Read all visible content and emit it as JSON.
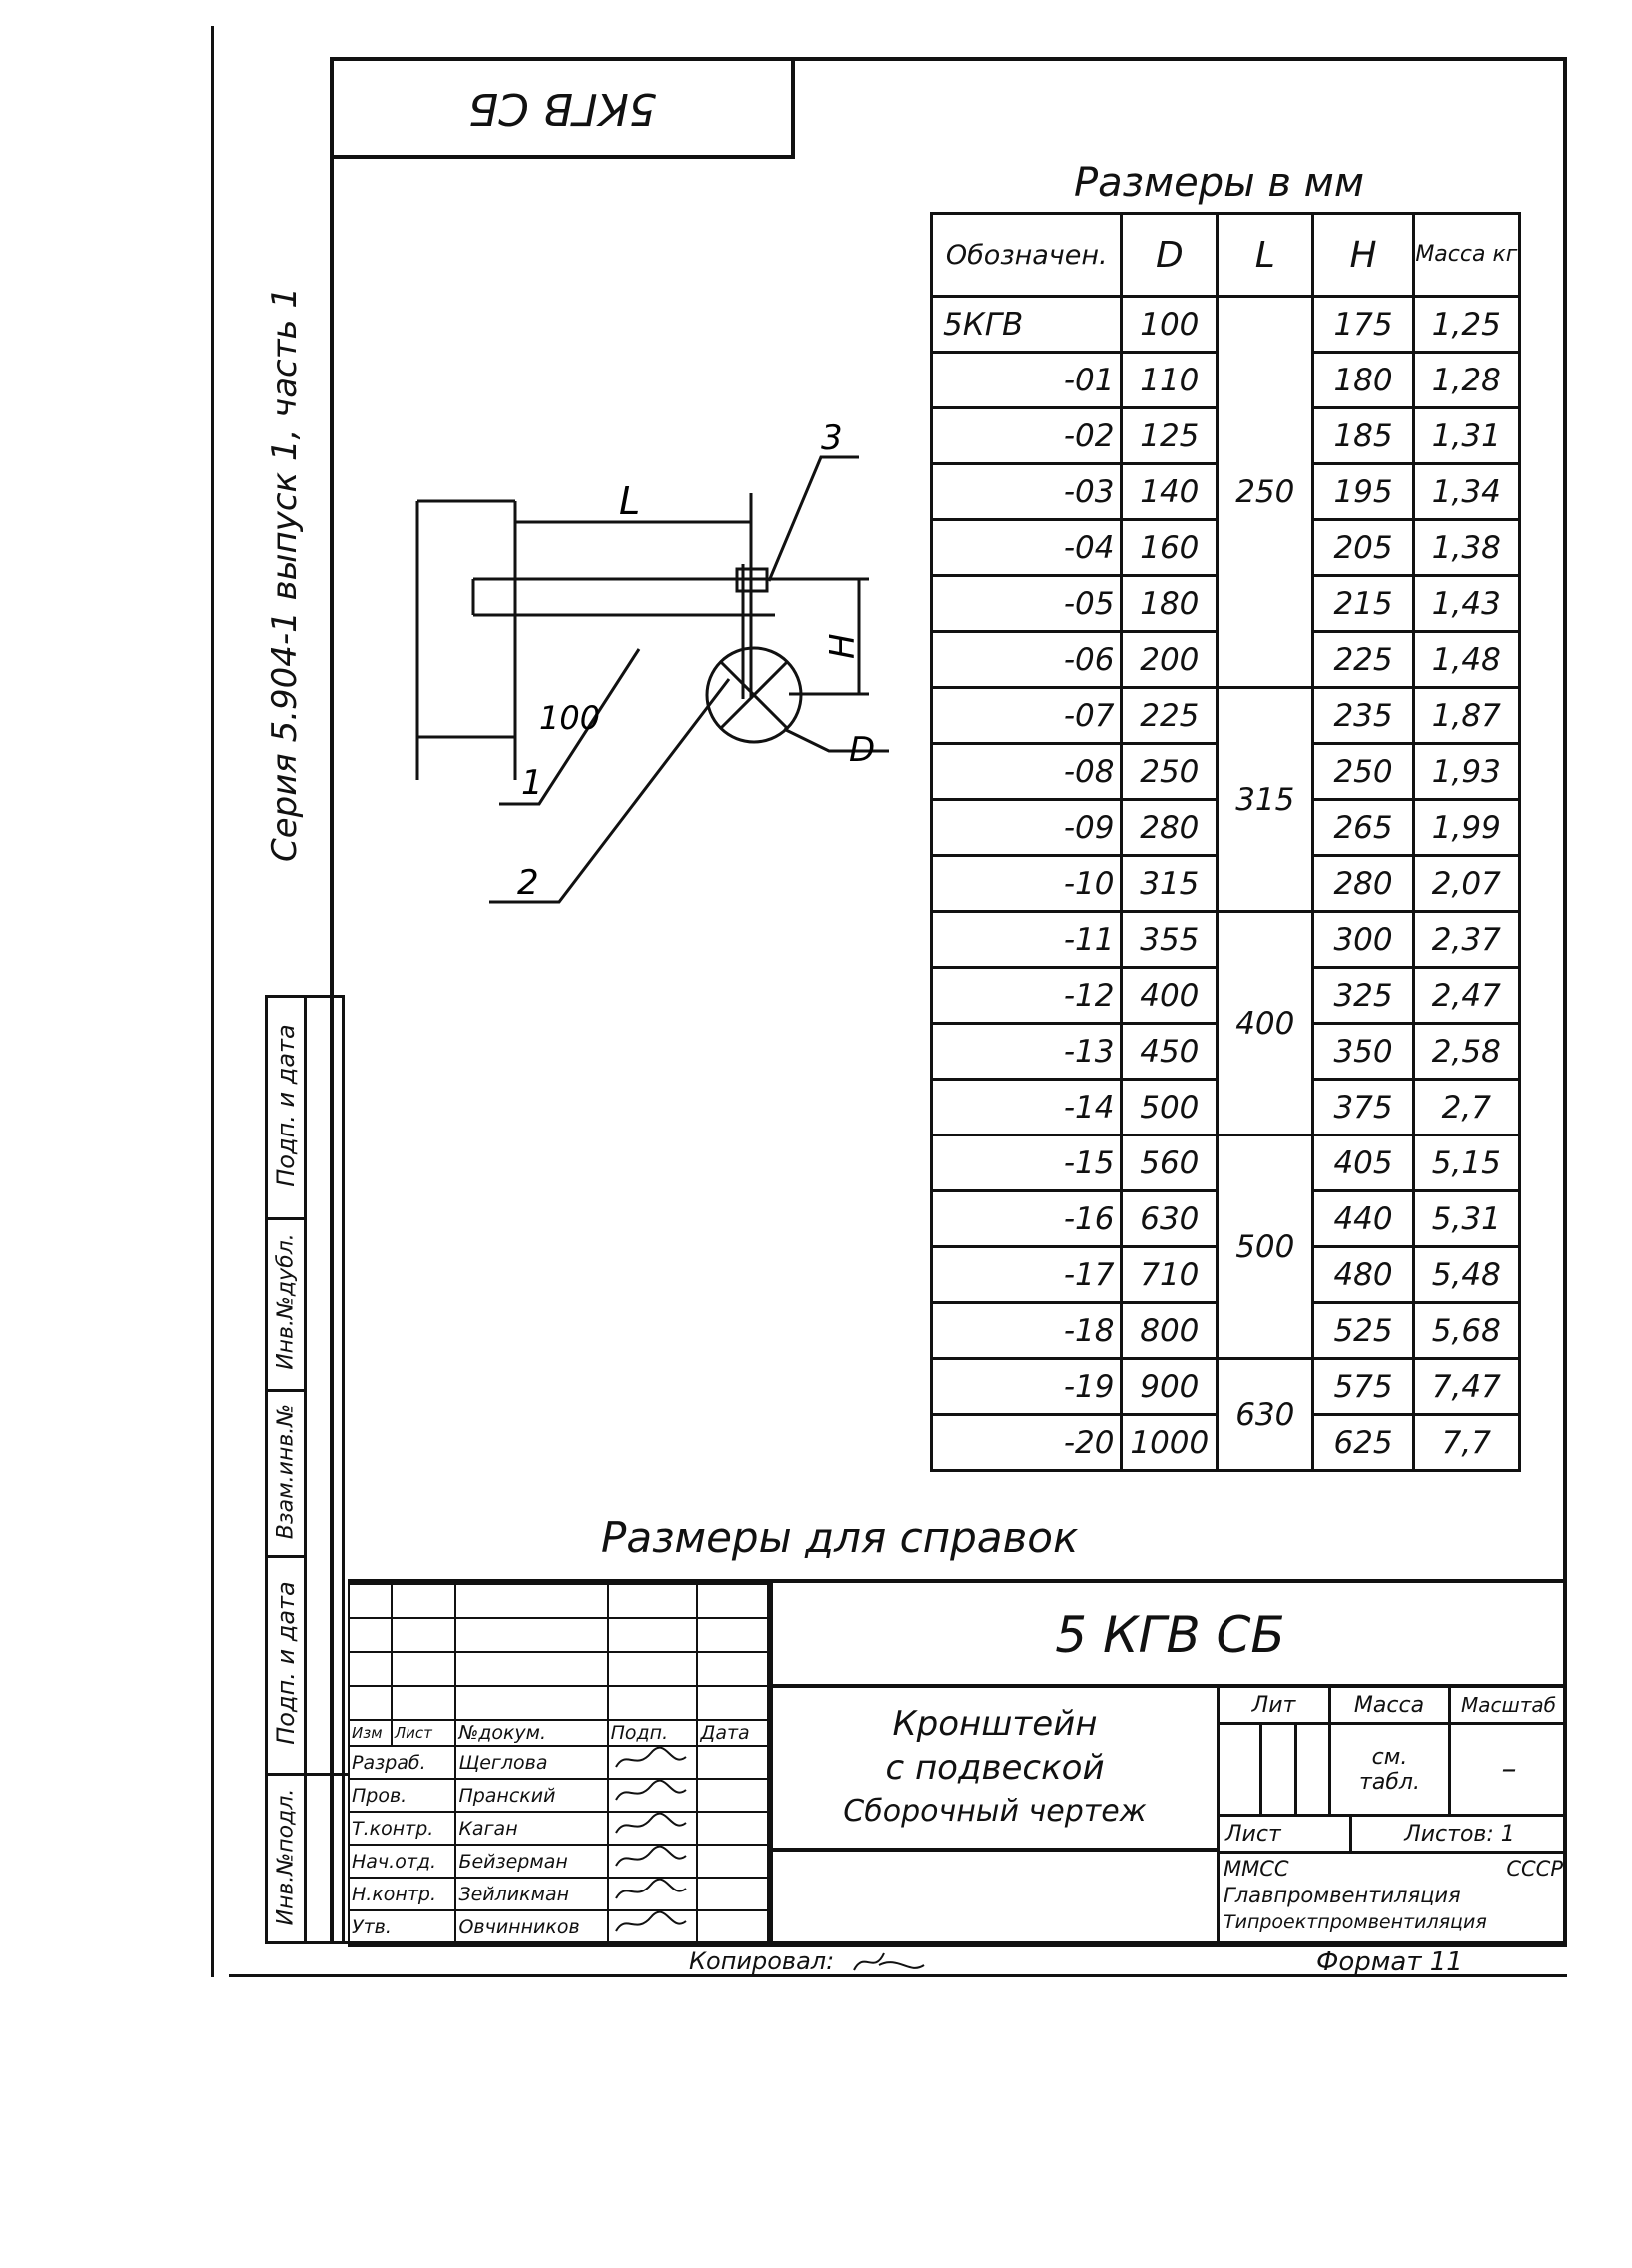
{
  "stamp_top_left": "5КГВ СБ",
  "side_series_text": "Серия 5.904-1    выпуск 1,    часть 1",
  "side_strip": [
    "Подп. и дата",
    "Инв.№дубл.",
    "Взам.инв.№",
    "Подп. и дата",
    "Инв.№подл."
  ],
  "drawing": {
    "labels": {
      "L": "L",
      "H": "H",
      "D": "D",
      "dim_100": "100",
      "pos1": "1",
      "pos2": "2",
      "pos3": "3"
    }
  },
  "dimensions_title": "Размеры в мм",
  "table": {
    "headers": [
      "Обозначен.",
      "D",
      "L",
      "H",
      "Масса кг"
    ],
    "rows": [
      {
        "des": "5КГВ",
        "D": "100",
        "H": "175",
        "mass": "1,25"
      },
      {
        "des": "-01",
        "D": "110",
        "H": "180",
        "mass": "1,28"
      },
      {
        "des": "-02",
        "D": "125",
        "H": "185",
        "mass": "1,31"
      },
      {
        "des": "-03",
        "D": "140",
        "H": "195",
        "mass": "1,34"
      },
      {
        "des": "-04",
        "D": "160",
        "H": "205",
        "mass": "1,38"
      },
      {
        "des": "-05",
        "D": "180",
        "H": "215",
        "mass": "1,43"
      },
      {
        "des": "-06",
        "D": "200",
        "H": "225",
        "mass": "1,48"
      },
      {
        "des": "-07",
        "D": "225",
        "H": "235",
        "mass": "1,87"
      },
      {
        "des": "-08",
        "D": "250",
        "H": "250",
        "mass": "1,93"
      },
      {
        "des": "-09",
        "D": "280",
        "H": "265",
        "mass": "1,99"
      },
      {
        "des": "-10",
        "D": "315",
        "H": "280",
        "mass": "2,07"
      },
      {
        "des": "-11",
        "D": "355",
        "H": "300",
        "mass": "2,37"
      },
      {
        "des": "-12",
        "D": "400",
        "H": "325",
        "mass": "2,47"
      },
      {
        "des": "-13",
        "D": "450",
        "H": "350",
        "mass": "2,58"
      },
      {
        "des": "-14",
        "D": "500",
        "H": "375",
        "mass": "2,7"
      },
      {
        "des": "-15",
        "D": "560",
        "H": "405",
        "mass": "5,15"
      },
      {
        "des": "-16",
        "D": "630",
        "H": "440",
        "mass": "5,31"
      },
      {
        "des": "-17",
        "D": "710",
        "H": "480",
        "mass": "5,48"
      },
      {
        "des": "-18",
        "D": "800",
        "H": "525",
        "mass": "5,68"
      },
      {
        "des": "-19",
        "D": "900",
        "H": "575",
        "mass": "7,47"
      },
      {
        "des": "-20",
        "D": "1000",
        "H": "625",
        "mass": "7,7"
      }
    ],
    "L_groups": [
      {
        "value": "250",
        "rows": 7
      },
      {
        "value": "315",
        "rows": 4
      },
      {
        "value": "400",
        "rows": 4
      },
      {
        "value": "500",
        "rows": 4
      },
      {
        "value": "630",
        "rows": 2
      }
    ]
  },
  "reference_note": "Размеры для справок",
  "title_block": {
    "doc_code": "5 КГВ СБ",
    "name_line1": "Кронштейн",
    "name_line2": "с подвеской",
    "name_line3": "Сборочный чертеж",
    "col_headers": [
      "Изм",
      "Лист",
      "№докум.",
      "Подп.",
      "Дата"
    ],
    "people": [
      {
        "role": "Разраб.",
        "name": "Щеглова"
      },
      {
        "role": "Пров.",
        "name": "Пранский"
      },
      {
        "role": "Т.контр.",
        "name": "Каган"
      },
      {
        "role": "Нач.отд.",
        "name": "Бейзерман"
      },
      {
        "role": "Н.контр.",
        "name": "Зейликман"
      },
      {
        "role": "Утв.",
        "name": "Овчинников"
      }
    ],
    "lit_label": "Лит",
    "mass_label": "Масса",
    "scale_label": "Масштаб",
    "mass_value": "см. табл.",
    "scale_value": "–",
    "sheet_label": "Лист",
    "sheets_label": "Листов: 1",
    "org_line1_left": "ММСС",
    "org_line1_right": "СССР",
    "org_line2": "Главпромвентиляция",
    "org_line3": "Типроектпромвентиляция"
  },
  "copied_label": "Копировал:",
  "format_label": "Формат 11"
}
